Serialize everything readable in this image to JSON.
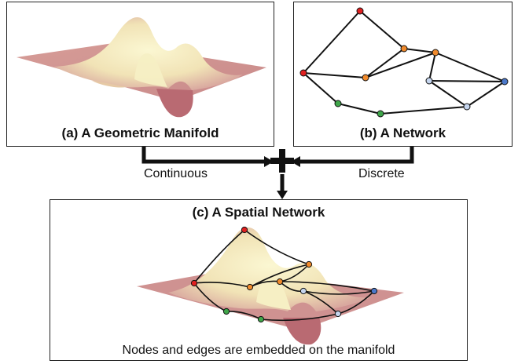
{
  "panel_a": {
    "caption": "(a) A Geometric Manifold"
  },
  "panel_b": {
    "caption": "(b) A Network"
  },
  "panel_c": {
    "caption": "(c) A Spatial Network",
    "footer": "Nodes and edges are embedded on the manifold"
  },
  "arrows": {
    "left_label": "Continuous",
    "right_label": "Discrete"
  },
  "colors": {
    "surface_low": "#cf9291",
    "surface_high": "#f8f3c6",
    "node_red": "#e02020",
    "node_orange": "#f08a2c",
    "node_green": "#3fa64a",
    "node_lightblue": "#c5d5ee",
    "node_blue": "#4b78c9",
    "edge": "#111111"
  },
  "network": {
    "nodes": [
      {
        "id": "top",
        "color": "node_red"
      },
      {
        "id": "left",
        "color": "node_red"
      },
      {
        "id": "o1",
        "color": "node_orange"
      },
      {
        "id": "o2",
        "color": "node_orange"
      },
      {
        "id": "o3",
        "color": "node_orange"
      },
      {
        "id": "g1",
        "color": "node_green"
      },
      {
        "id": "g2",
        "color": "node_green"
      },
      {
        "id": "lb1",
        "color": "node_lightblue"
      },
      {
        "id": "lb2",
        "color": "node_lightblue"
      },
      {
        "id": "b1",
        "color": "node_blue"
      }
    ],
    "edges": [
      [
        "top",
        "left"
      ],
      [
        "top",
        "o1"
      ],
      [
        "left",
        "o2"
      ],
      [
        "left",
        "g1"
      ],
      [
        "o2",
        "o1"
      ],
      [
        "o1",
        "o3"
      ],
      [
        "o2",
        "o3"
      ],
      [
        "o3",
        "lb1"
      ],
      [
        "o3",
        "b1"
      ],
      [
        "lb1",
        "b1"
      ],
      [
        "lb1",
        "lb2"
      ],
      [
        "lb2",
        "b1"
      ],
      [
        "g1",
        "g2"
      ],
      [
        "g2",
        "lb2"
      ]
    ]
  }
}
